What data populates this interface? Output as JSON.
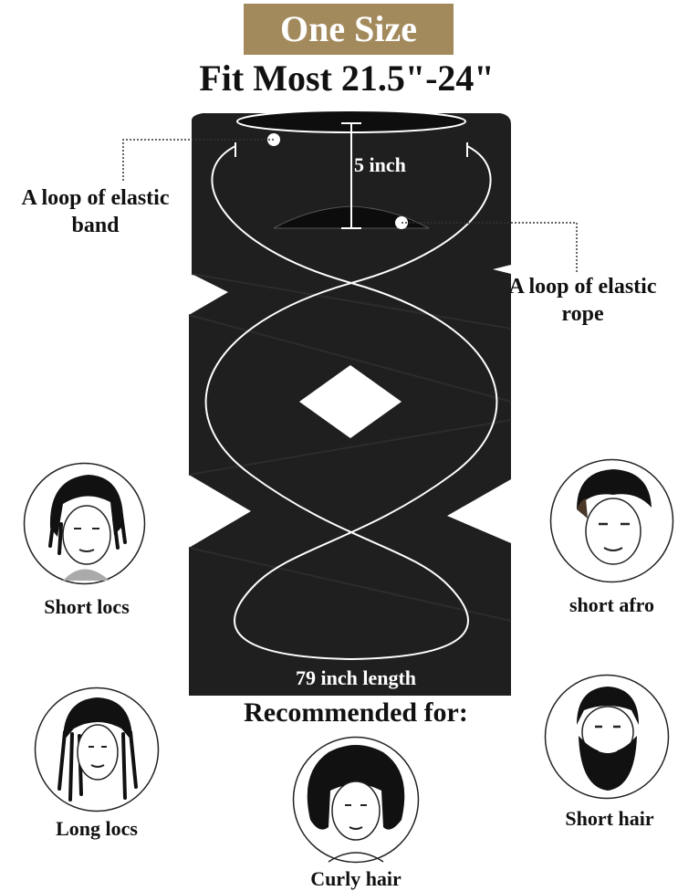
{
  "header": {
    "size_badge": "One Size",
    "fit_text": "Fit Most 21.5\"-24\""
  },
  "product": {
    "height_label": "5 inch",
    "length_label": "79 inch length",
    "band_label": "A loop of elastic band",
    "rope_label": "A loop of elastic rope",
    "color": "#1f1f1f"
  },
  "recommended": {
    "title": "Recommended for:",
    "styles": [
      {
        "label": "Short locs",
        "icon": "short-locs-face-icon"
      },
      {
        "label": "short afro",
        "icon": "short-afro-face-icon"
      },
      {
        "label": "Long locs",
        "icon": "long-locs-face-icon"
      },
      {
        "label": "Curly hair",
        "icon": "curly-hair-face-icon"
      },
      {
        "label": "Short hair",
        "icon": "short-hair-beard-face-icon"
      }
    ]
  }
}
